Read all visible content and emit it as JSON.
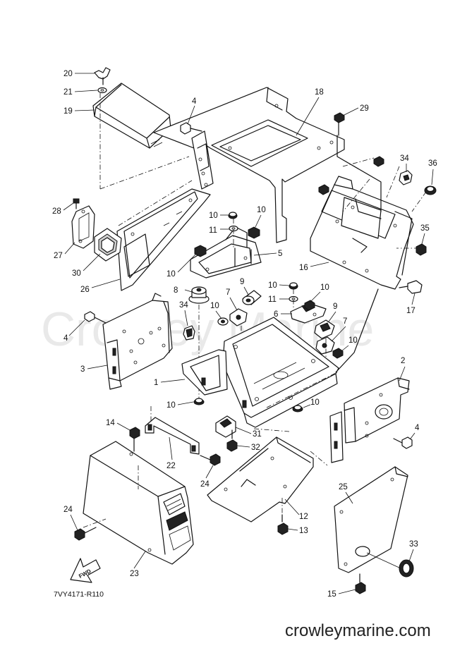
{
  "watermark": "Crowley Marine",
  "website": "crowleymarine.com",
  "diagram_code": "7VY4171-R110",
  "fwd_label": "FWD",
  "callouts": [
    {
      "id": "20",
      "text": "20"
    },
    {
      "id": "21",
      "text": "21"
    },
    {
      "id": "19",
      "text": "19"
    },
    {
      "id": "4a",
      "text": "4"
    },
    {
      "id": "18",
      "text": "18"
    },
    {
      "id": "29",
      "text": "29"
    },
    {
      "id": "34a",
      "text": "34"
    },
    {
      "id": "36",
      "text": "36"
    },
    {
      "id": "28",
      "text": "28"
    },
    {
      "id": "27",
      "text": "27"
    },
    {
      "id": "30",
      "text": "30"
    },
    {
      "id": "26",
      "text": "26"
    },
    {
      "id": "10a",
      "text": "10"
    },
    {
      "id": "10b",
      "text": "10"
    },
    {
      "id": "11a",
      "text": "11"
    },
    {
      "id": "5",
      "text": "5"
    },
    {
      "id": "10c",
      "text": "10"
    },
    {
      "id": "35",
      "text": "35"
    },
    {
      "id": "16",
      "text": "16"
    },
    {
      "id": "17",
      "text": "17"
    },
    {
      "id": "8",
      "text": "8"
    },
    {
      "id": "9a",
      "text": "9"
    },
    {
      "id": "7a",
      "text": "7"
    },
    {
      "id": "34b",
      "text": "34"
    },
    {
      "id": "10d",
      "text": "10"
    },
    {
      "id": "10e",
      "text": "10"
    },
    {
      "id": "10f",
      "text": "10"
    },
    {
      "id": "11b",
      "text": "11"
    },
    {
      "id": "6",
      "text": "6"
    },
    {
      "id": "9b",
      "text": "9"
    },
    {
      "id": "7b",
      "text": "7"
    },
    {
      "id": "10g",
      "text": "10"
    },
    {
      "id": "4b",
      "text": "4"
    },
    {
      "id": "3",
      "text": "3"
    },
    {
      "id": "1",
      "text": "1"
    },
    {
      "id": "2",
      "text": "2"
    },
    {
      "id": "10h",
      "text": "10"
    },
    {
      "id": "10i",
      "text": "10"
    },
    {
      "id": "14",
      "text": "14"
    },
    {
      "id": "31",
      "text": "31"
    },
    {
      "id": "32",
      "text": "32"
    },
    {
      "id": "4c",
      "text": "4"
    },
    {
      "id": "22",
      "text": "22"
    },
    {
      "id": "24a",
      "text": "24"
    },
    {
      "id": "25",
      "text": "25"
    },
    {
      "id": "12",
      "text": "12"
    },
    {
      "id": "24b",
      "text": "24"
    },
    {
      "id": "13",
      "text": "13"
    },
    {
      "id": "33",
      "text": "33"
    },
    {
      "id": "23",
      "text": "23"
    },
    {
      "id": "15",
      "text": "15"
    }
  ]
}
